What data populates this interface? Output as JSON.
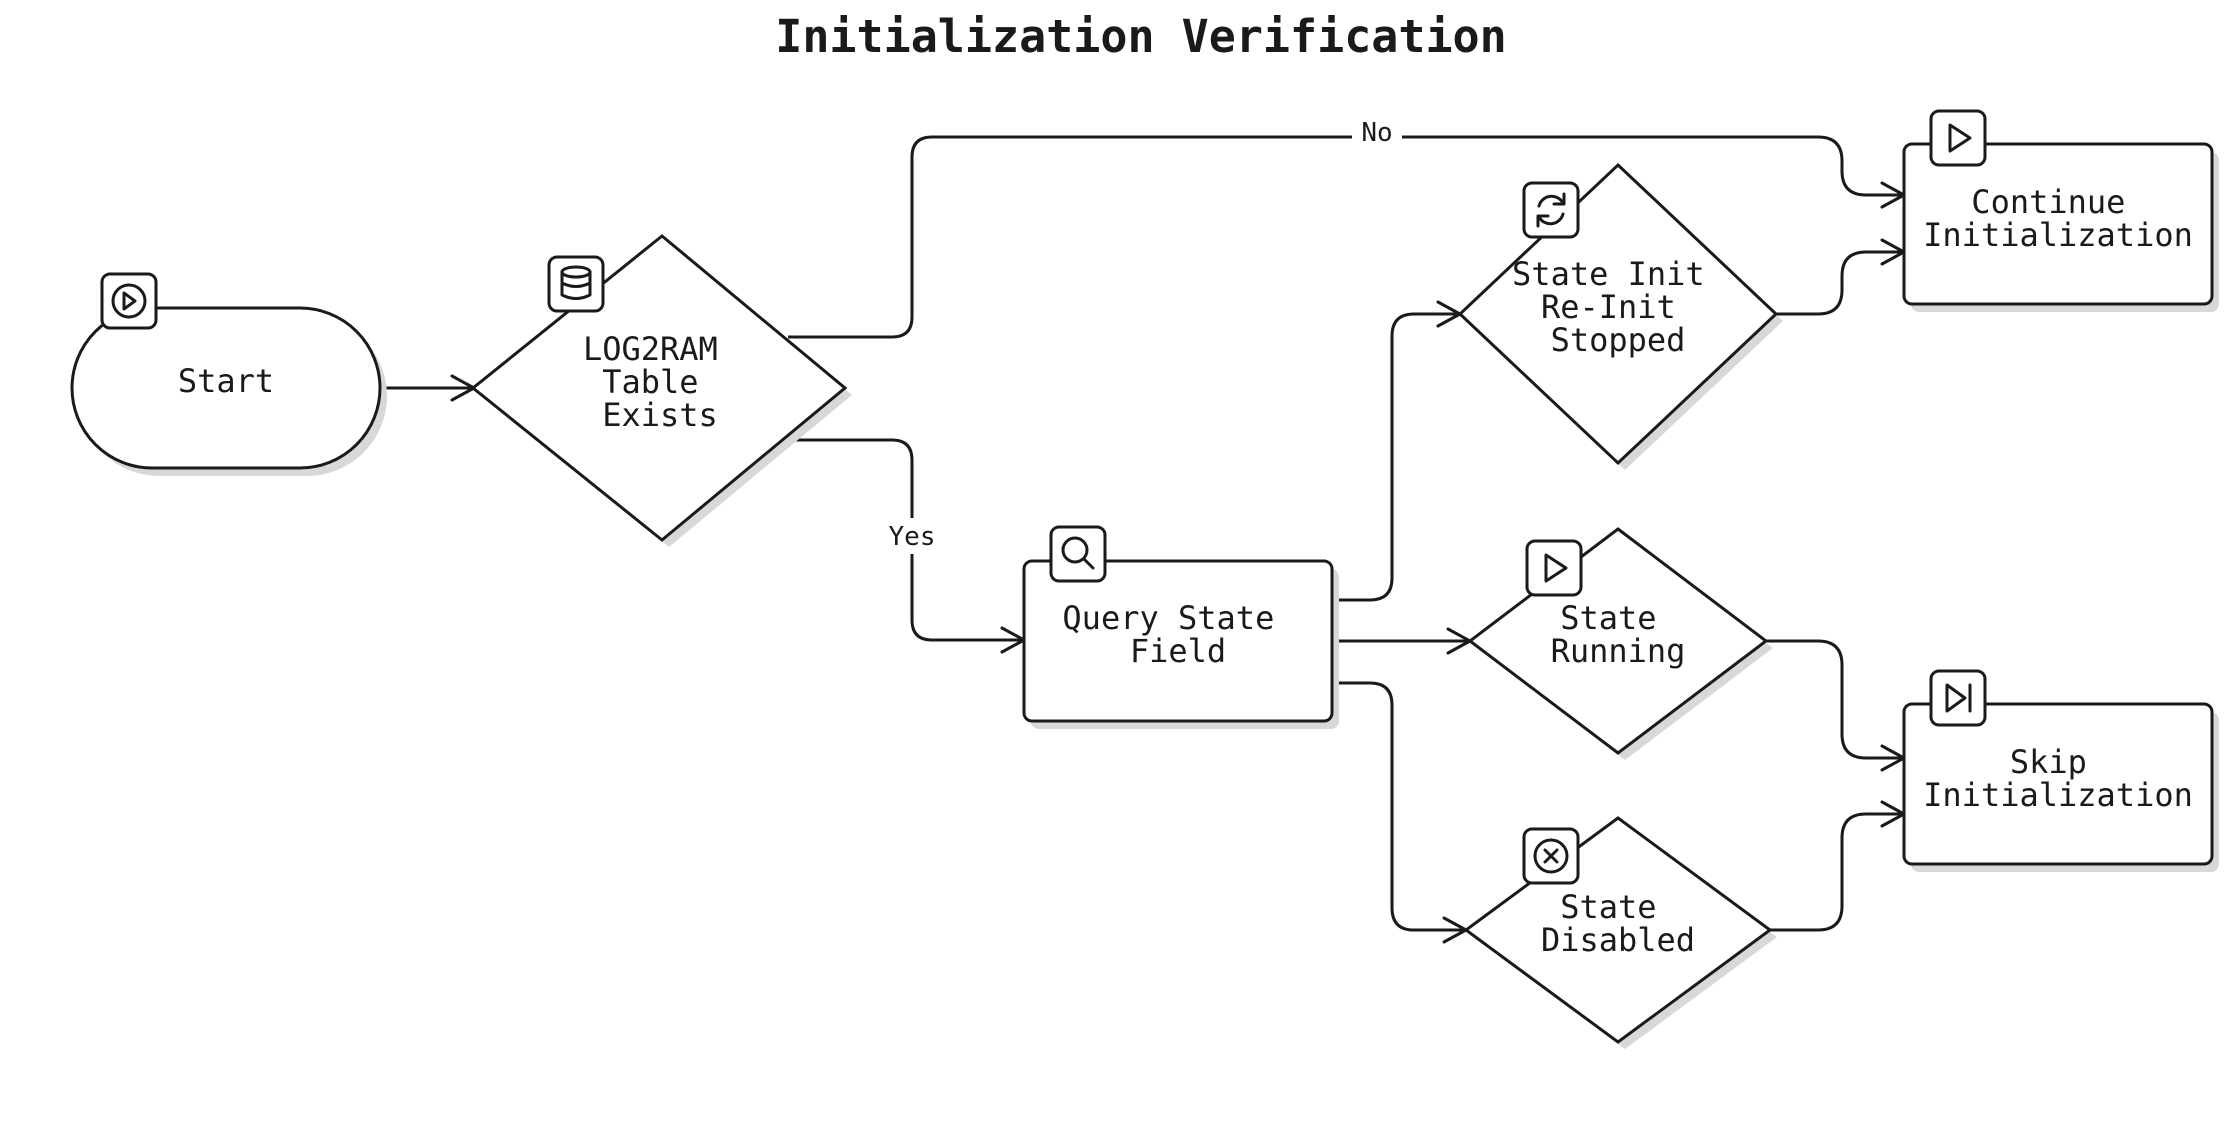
{
  "title": "Initialization Verification",
  "nodes": {
    "start": {
      "label": [
        "Start"
      ],
      "icon": "play-circle-icon"
    },
    "log2ram_check": {
      "label": [
        "LOG2RAM",
        "Table",
        "Exists"
      ],
      "icon": "database-icon"
    },
    "query_state": {
      "label": [
        "Query State",
        "Field"
      ],
      "icon": "search-icon"
    },
    "state_init": {
      "label": [
        "State Init",
        "Re-Init",
        "Stopped"
      ],
      "icon": "refresh-icon"
    },
    "state_running": {
      "label": [
        "State",
        "Running"
      ],
      "icon": "play-icon"
    },
    "state_disabled": {
      "label": [
        "State",
        "Disabled"
      ],
      "icon": "x-circle-icon"
    },
    "continue_init": {
      "label": [
        "Continue",
        "Initialization"
      ],
      "icon": "play-icon"
    },
    "skip_init": {
      "label": [
        "Skip",
        "Initialization"
      ],
      "icon": "skip-forward-icon"
    }
  },
  "edges": {
    "no_label": "No",
    "yes_label": "Yes"
  }
}
